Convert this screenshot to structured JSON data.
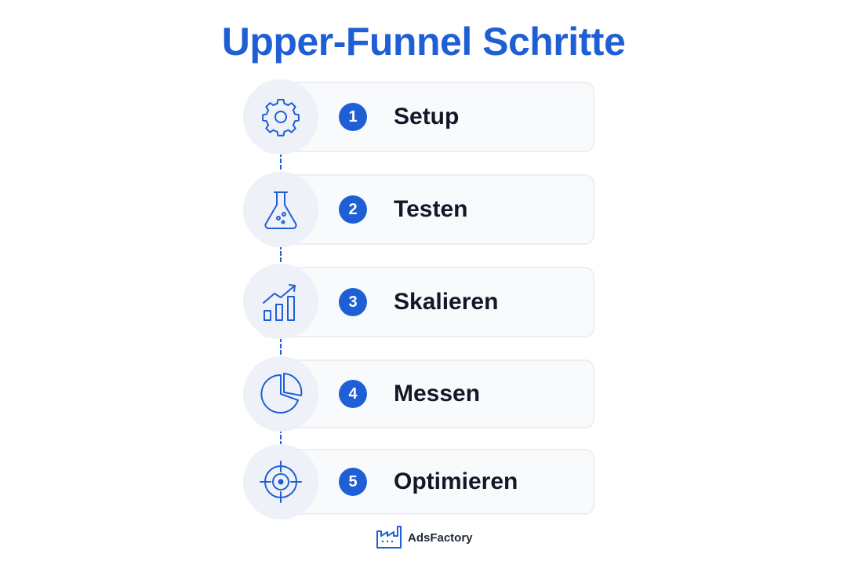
{
  "title": "Upper-Funnel Schritte",
  "accent_color": "#1f5fd6",
  "steps": [
    {
      "number": "1",
      "label": "Setup",
      "icon": "gear-icon"
    },
    {
      "number": "2",
      "label": "Testen",
      "icon": "flask-icon"
    },
    {
      "number": "3",
      "label": "Skalieren",
      "icon": "growth-chart-icon"
    },
    {
      "number": "4",
      "label": "Messen",
      "icon": "pie-chart-icon"
    },
    {
      "number": "5",
      "label": "Optimieren",
      "icon": "target-icon"
    }
  ],
  "footer": {
    "brand": "AdsFactory",
    "logo_icon": "factory-icon"
  }
}
